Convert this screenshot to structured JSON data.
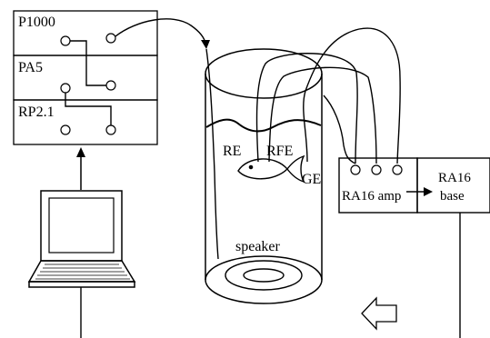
{
  "labels": {
    "p1000": "P1000",
    "pa5": "PA5",
    "rp21": "RP2.1",
    "re": "RE",
    "rfe": "RFE",
    "ge": "GE",
    "speaker": "speaker",
    "ra16_amp": "RA16 amp",
    "ra16_base_line1": "RA16",
    "ra16_base_line2": "base"
  }
}
